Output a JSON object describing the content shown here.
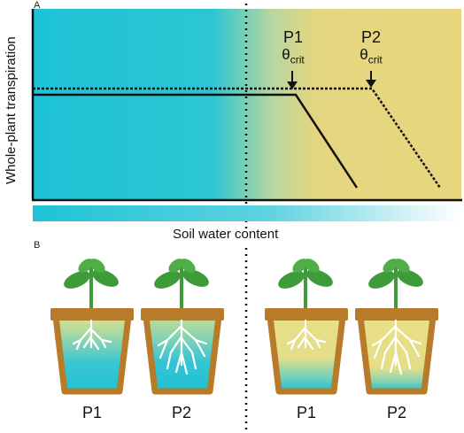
{
  "panel_a": {
    "letter": "A",
    "y_axis_label": "Whole-plant transpiration",
    "x_axis_label": "Soil water content",
    "thresholds": [
      {
        "plant": "P1",
        "symbol": "θ",
        "subscript": "crit"
      },
      {
        "plant": "P2",
        "symbol": "θ",
        "subscript": "crit"
      }
    ],
    "colors": {
      "wet": "#1ec3d6",
      "dry": "#e6d57e",
      "line": "#111111"
    }
  },
  "panel_b": {
    "letter": "B",
    "left_group": [
      {
        "label": "P1"
      },
      {
        "label": "P2"
      }
    ],
    "right_group": [
      {
        "label": "P1"
      },
      {
        "label": "P2"
      }
    ],
    "colors": {
      "pot": "#b87b2a",
      "leaf": "#3d9b3a",
      "root": "#ffffff",
      "water": "#26c2d6",
      "dry_soil": "#e9df87"
    }
  }
}
